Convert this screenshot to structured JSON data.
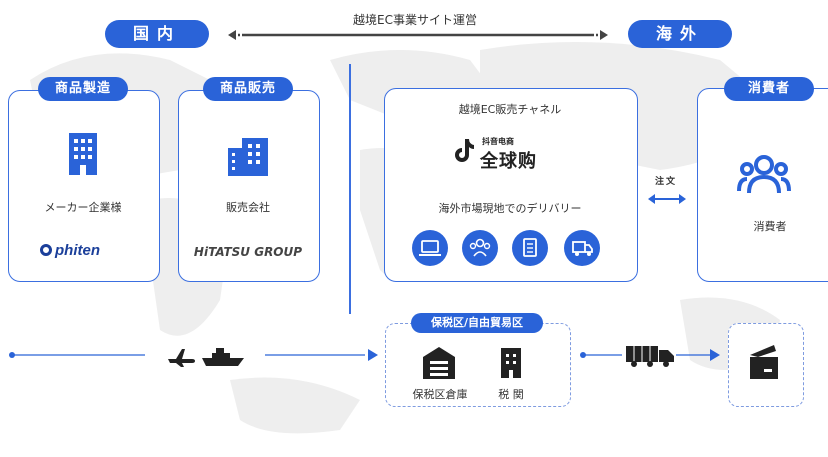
{
  "top": {
    "center_label": "越境EC事業サイト運営",
    "left_pill": "国内",
    "right_pill": "海外"
  },
  "cards": {
    "manufacturing": {
      "header": "商品製造",
      "label": "メーカー企業様",
      "logo": "phiten"
    },
    "sales": {
      "header": "商品販売",
      "label": "販売会社",
      "logo": "HiTATSU GROUP"
    },
    "channel": {
      "title": "越境EC販売チャネル",
      "brand_top": "抖音电商",
      "brand_main": "全球购",
      "subtitle": "海外市場現地でのデリバリー"
    },
    "consumer": {
      "header": "消費者",
      "label": "消費者"
    }
  },
  "order_label": "注文",
  "bonded": {
    "header": "保税区/自由貿易区",
    "warehouse": "保税区倉庫",
    "customs": "税 関"
  },
  "colors": {
    "accent": "#2a63d8",
    "dark": "#222222"
  },
  "icons": [
    "building-icon",
    "store-building-icon",
    "tiktok-icon",
    "laptop-icon",
    "people-icon",
    "document-icon",
    "truck-icon",
    "consumers-icon",
    "airplane-icon",
    "ship-icon",
    "warehouse-icon",
    "customs-building-icon",
    "cargo-truck-icon",
    "mailbox-icon"
  ]
}
